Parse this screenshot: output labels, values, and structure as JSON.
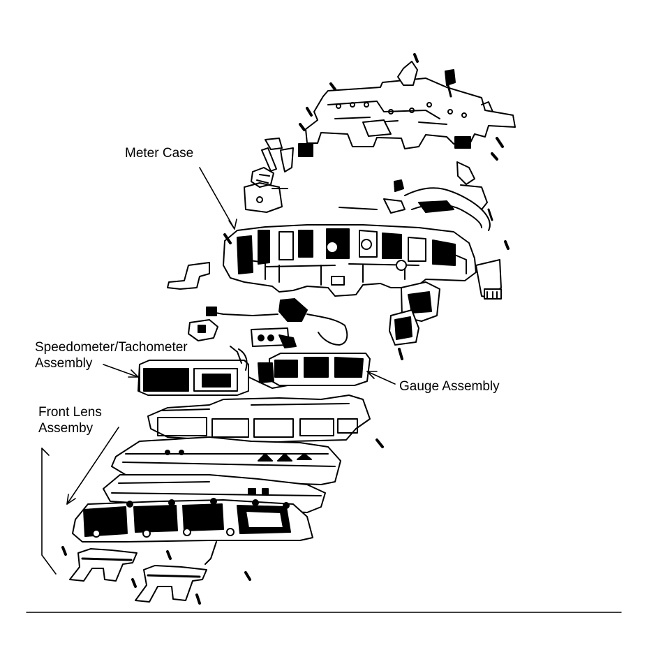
{
  "labels": {
    "meter_case": "Meter Case",
    "speedometer_line1": "Speedometer/Tachometer",
    "speedometer_line2": "Assembly",
    "gauge_assembly": "Gauge Assembly",
    "front_lens_line1": "Front Lens",
    "front_lens_line2": "Assemby"
  },
  "colors": {
    "ink": "#000000",
    "paper": "#ffffff"
  }
}
